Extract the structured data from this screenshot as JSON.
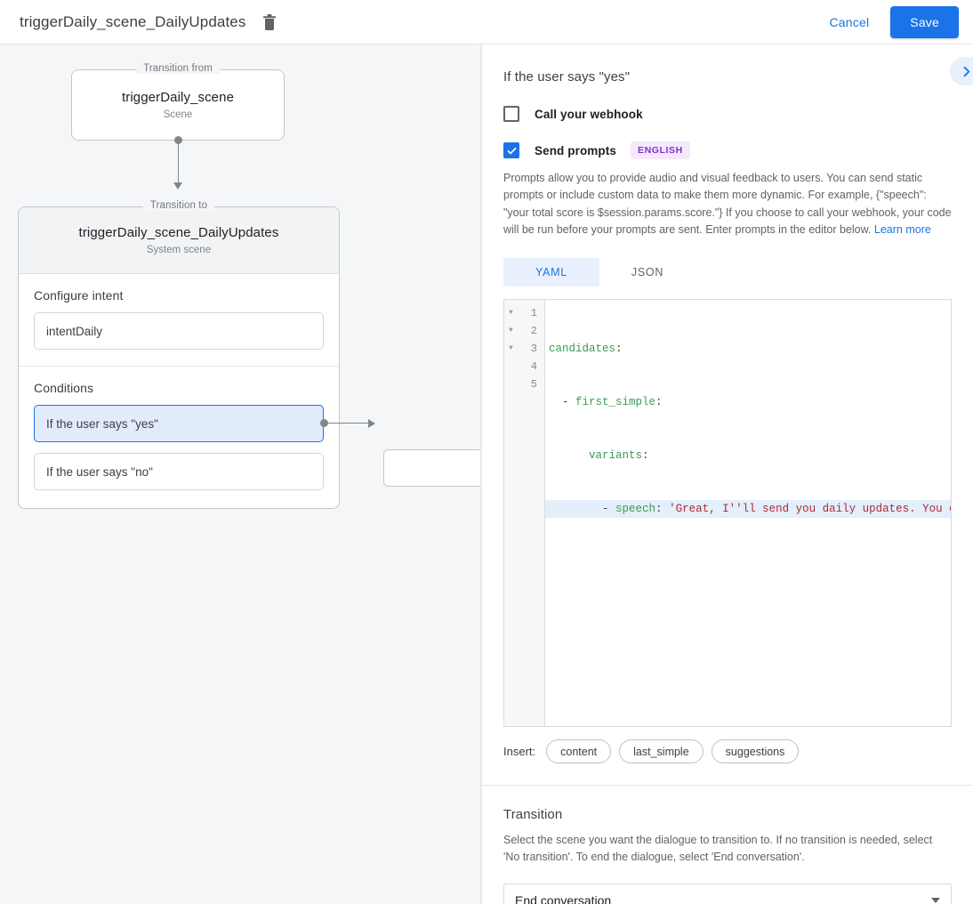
{
  "topbar": {
    "title": "triggerDaily_scene_DailyUpdates",
    "delete_icon": "trash-icon",
    "cancel_label": "Cancel",
    "save_label": "Save"
  },
  "canvas": {
    "from_card": {
      "legend": "Transition from",
      "name": "triggerDaily_scene",
      "subtitle": "Scene"
    },
    "to_card": {
      "legend": "Transition to",
      "name": "triggerDaily_scene_DailyUpdates",
      "subtitle": "System scene",
      "intent_section_label": "Configure intent",
      "intent_value": "intentDaily",
      "conditions_label": "Conditions",
      "conditions": [
        {
          "label": "If the user says \"yes\"",
          "selected": true
        },
        {
          "label": "If the user says \"no\"",
          "selected": false
        }
      ]
    }
  },
  "panel": {
    "title": "If the user says \"yes\"",
    "collapse_icon": "chevron-right-icon",
    "webhook": {
      "label": "Call your webhook",
      "checked": false
    },
    "prompts": {
      "label": "Send prompts",
      "checked": true,
      "language_badge": "ENGLISH",
      "description": "Prompts allow you to provide audio and visual feedback to users. You can send static prompts or include custom data to make them more dynamic. For example, {\"speech\": \"your total score is $session.params.score.\"} If you choose to call your webhook, your code will be run before your prompts are sent. Enter prompts in the editor below. ",
      "learn_more": "Learn more"
    },
    "tabs": [
      {
        "label": "YAML",
        "active": true
      },
      {
        "label": "JSON",
        "active": false
      }
    ],
    "editor": {
      "line_numbers": [
        "1",
        "2",
        "3",
        "4",
        "5"
      ],
      "fold_rows": [
        true,
        true,
        true,
        false,
        false
      ],
      "active_line": 4,
      "lines": [
        {
          "indent": "",
          "key": "candidates",
          "colon": ":",
          "dash": "",
          "value": ""
        },
        {
          "indent": "  ",
          "key": "first_simple",
          "colon": ":",
          "dash": "- ",
          "value": ""
        },
        {
          "indent": "      ",
          "key": "variants",
          "colon": ":",
          "dash": "",
          "value": ""
        },
        {
          "indent": "        ",
          "key": "speech",
          "colon": ": ",
          "dash": "- ",
          "value": "'Great, I''ll send you daily updates. You can say \"stop\" at any time.'"
        },
        {
          "indent": "",
          "key": "",
          "colon": "",
          "dash": "",
          "value": ""
        }
      ],
      "raw_text": "candidates:\n  - first_simple:\n      variants:\n        - speech: 'Great, I''ll send you daily updates. You can say \"stop\" at any time.'\n"
    },
    "insert": {
      "label": "Insert:",
      "chips": [
        "content",
        "last_simple",
        "suggestions"
      ]
    },
    "transition": {
      "title": "Transition",
      "description": "Select the scene you want the dialogue to transition to. If no transition is needed, select 'No transition'. To end the dialogue, select 'End conversation'.",
      "selected_value": "End conversation"
    }
  },
  "colors": {
    "accent": "#1a73e8",
    "canvas_bg": "#f5f6f8",
    "badge_bg": "#f6e9fd",
    "badge_fg": "#8430ce",
    "selected_bg": "#e2ebfb"
  }
}
